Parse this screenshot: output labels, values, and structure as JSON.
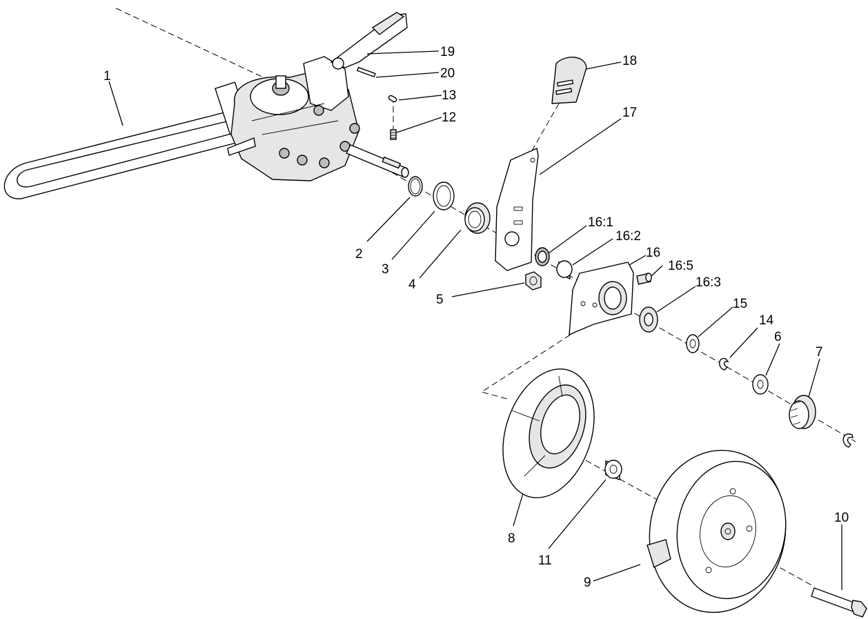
{
  "callouts": {
    "c1": "1",
    "c2": "2",
    "c3": "3",
    "c4": "4",
    "c5": "5",
    "c6": "6",
    "c7": "7",
    "c8": "8",
    "c9": "9",
    "c10": "10",
    "c11": "11",
    "c12": "12",
    "c13": "13",
    "c14": "14",
    "c15": "15",
    "c16": "16",
    "c16_1": "16:1",
    "c16_2": "16:2",
    "c16_3": "16:3",
    "c16_5": "16:5",
    "c17": "17",
    "c18": "18",
    "c19": "19",
    "c20": "20"
  }
}
